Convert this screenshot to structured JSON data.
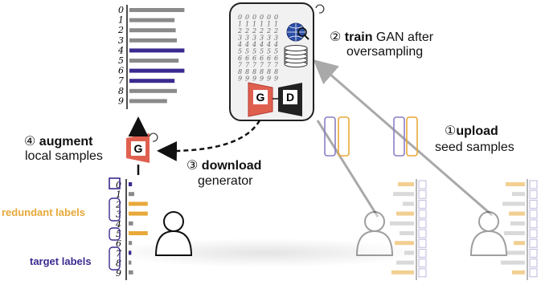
{
  "step2": {
    "num": "②",
    "bold": "train",
    "rest": "GAN after",
    "line2": "oversampling"
  },
  "step1": {
    "num": "①",
    "bold": "upload",
    "line2": "seed samples"
  },
  "step3": {
    "num": "③",
    "bold": "download",
    "line2": "generator"
  },
  "step4": {
    "num": "④",
    "bold": "augment",
    "line2": "local samples"
  },
  "labels": {
    "redundant": "redundant labels",
    "target": "target labels"
  },
  "gan": {
    "generator": "G",
    "discriminator": "D"
  },
  "top_chart": {
    "digits": [
      "0",
      "1",
      "2",
      "3",
      "4",
      "5",
      "6",
      "7",
      "8",
      "9"
    ],
    "values": [
      0.95,
      0.78,
      0.8,
      0.82,
      0.95,
      0.85,
      0.95,
      0.78,
      0.82,
      0.65
    ],
    "highlight": [
      4,
      6,
      7
    ]
  },
  "local_chart": {
    "digits": [
      "0",
      "1",
      "2",
      "3",
      "4",
      "5",
      "6",
      "7",
      "8",
      "9"
    ],
    "values": [
      0.15,
      0.25,
      0.85,
      0.85,
      0.2,
      0.85,
      0.15,
      0.12,
      0.12,
      0.2
    ]
  },
  "colors": {
    "accent": "#3b2a8f",
    "orange": "#e8a93a",
    "purple": "#8a7fc4",
    "gray": "#8a8a8a",
    "red": "#e06050"
  }
}
